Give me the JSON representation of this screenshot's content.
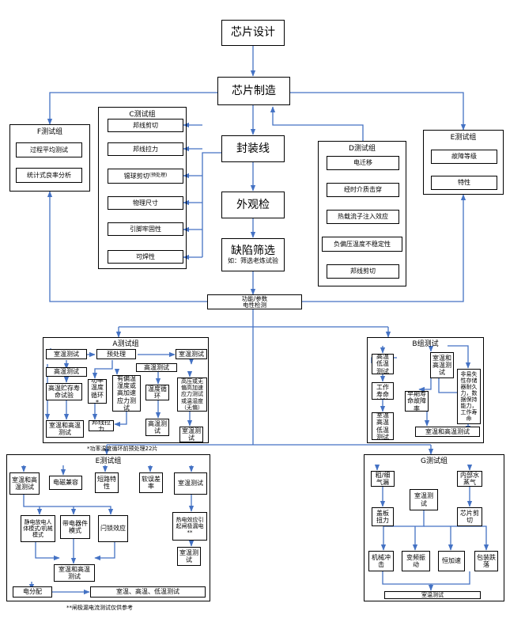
{
  "top": {
    "chip_design": "芯片设计",
    "chip_fab": "芯片制造",
    "packaging": "封装线",
    "visual": "外观检",
    "defect_title": "缺陷筛选",
    "defect_sub": "如：筛选老炼试验",
    "func_test": "功能/参数\n电性检测"
  },
  "groupC": {
    "title": "C测试组",
    "items": [
      "邦线剪切",
      "邦线拉力",
      "锡球剪切",
      "(预处理)",
      "物理尺寸",
      "引脚牢固性",
      "可焊性"
    ]
  },
  "groupD": {
    "title": "D测试组",
    "items": [
      "电迁移",
      "经时介质击穿",
      "热载流子注入效应",
      "负偏压温度不稳定性",
      "邦线剪切"
    ]
  },
  "groupF": {
    "title": "F测试组",
    "items": [
      "过程平均测试",
      "统计式良率分析"
    ]
  },
  "groupE_top": {
    "title": "E测试组",
    "items": [
      "故障等级",
      "特性"
    ]
  },
  "groupA": {
    "title": "A测试组",
    "items": [
      "室温测试",
      "预处理",
      "室温测试",
      "高温测试",
      "高温测试",
      "高温贮存寿命试验",
      "功率温度循环*",
      "有偏温湿度或高加速应力测试",
      "温度循环",
      "高压或无偏高加速应力测试或温湿度（无偏）",
      "室温和高温测试",
      "邦线拉力",
      "高温测试",
      "室温测试"
    ],
    "footnote": "*功率温度循环前预处理22片"
  },
  "groupB": {
    "title": "B组测试",
    "items": [
      "高温低温测试",
      "室温和高温测试",
      "高温工作寿命试验",
      "早期寿命故障率",
      "非易失性存储器耐久力，数据保持能力，工作寿命",
      "室温高温低温测试",
      "室温和高温测试"
    ]
  },
  "groupE": {
    "title": "E测试组",
    "items": [
      "室温和高温测试",
      "电磁兼容",
      "短路特性",
      "软误差率",
      "室温测试",
      "静电放电人体模式/机械模式",
      "带电器件模式",
      "闩锁效应",
      "热电效应引起闸极漏电**",
      "室温测试",
      "室温和高温测试",
      "电分配",
      "室温、高温、低温测试"
    ],
    "footnote": "**闸极漏电流测试仅供参考"
  },
  "groupG": {
    "title": "G测试组",
    "items": [
      "粗/细气漏",
      "内部水蒸气",
      "室温测试",
      "盖板扭力",
      "芯片剪切",
      "机械冲击",
      "变频振动",
      "恒加速",
      "包装跌落",
      "室温测试"
    ]
  }
}
